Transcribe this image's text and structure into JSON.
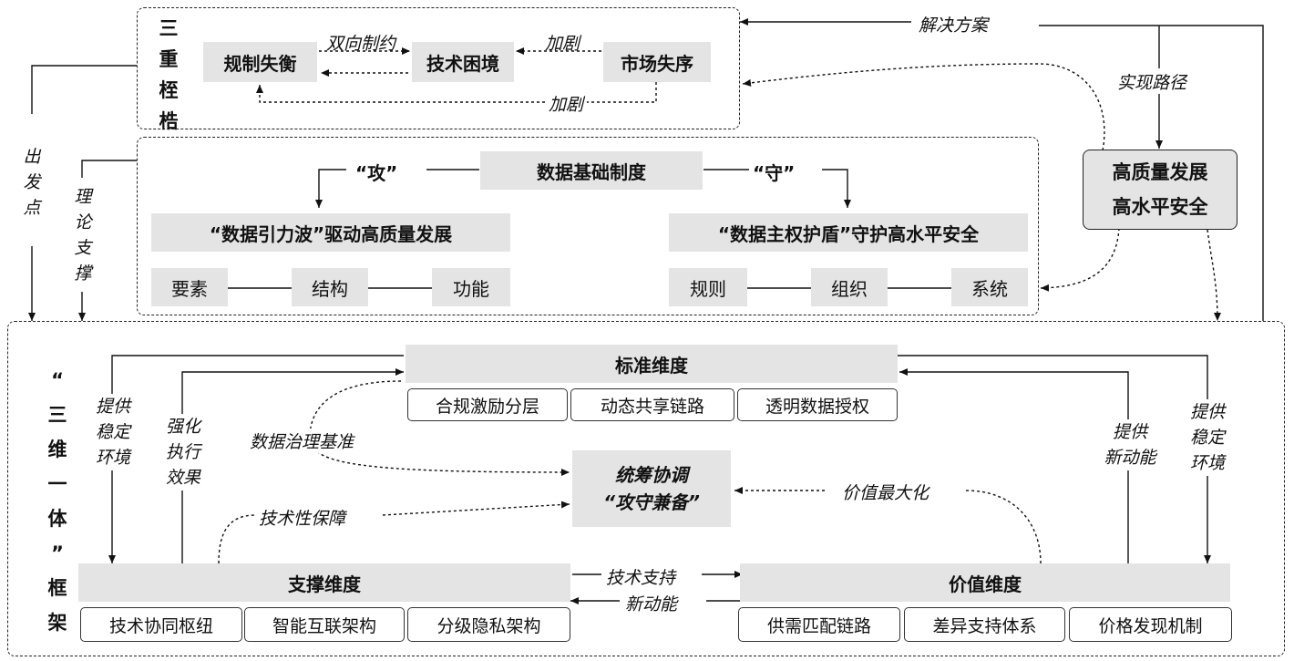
{
  "constraints": {
    "title_chars": [
      "三",
      "重",
      "桎",
      "梏"
    ],
    "box_regulation": "规制失衡",
    "box_tech": "技术困境",
    "box_market": "市场失序",
    "label_bidirectional": "双向制约",
    "label_aggravate_top": "加剧",
    "label_aggravate_bottom": "加剧"
  },
  "top_right": {
    "solution": "解决方案",
    "path": "实现路径",
    "hq_line1": "高质量发展",
    "hq_line2": "高水平安全"
  },
  "side_labels": {
    "start_point": [
      "出",
      "发",
      "点"
    ],
    "theory_support": [
      "理",
      "论",
      "支",
      "撑"
    ]
  },
  "system": {
    "center": "数据基础制度",
    "attack": "“攻”",
    "defend": "“守”",
    "left_title": "“数据引力波”驱动高质量发展",
    "right_title": "“数据主权护盾”守护高水平安全",
    "left_items": [
      "要素",
      "结构",
      "功能"
    ],
    "right_items": [
      "规则",
      "组织",
      "系统"
    ]
  },
  "framework": {
    "title_chars": [
      "“",
      "三",
      "维",
      "一",
      "体",
      "”",
      "框",
      "架"
    ],
    "standard": {
      "title": "标准维度",
      "items": [
        "合规激励分层",
        "动态共享链路",
        "透明数据授权"
      ]
    },
    "support": {
      "title": "支撑维度",
      "items": [
        "技术协同枢纽",
        "智能互联架构",
        "分级隐私架构"
      ]
    },
    "value": {
      "title": "价值维度",
      "items": [
        "供需匹配链路",
        "差异支持体系",
        "价格发现机制"
      ]
    },
    "center_line1": "统筹协调",
    "center_line2": "“攻守兼备”",
    "labels": {
      "left_outer": [
        "提供",
        "稳定",
        "环境"
      ],
      "left_inner": [
        "强化",
        "执行",
        "效果"
      ],
      "right_inner": [
        "提供",
        "新动能"
      ],
      "right_outer": [
        "提供",
        "稳定",
        "环境"
      ],
      "governance": "数据治理基准",
      "tech_guarantee": "技术性保障",
      "value_max": "价值最大化",
      "tech_support": "技术支持",
      "new_energy": "新动能"
    }
  }
}
